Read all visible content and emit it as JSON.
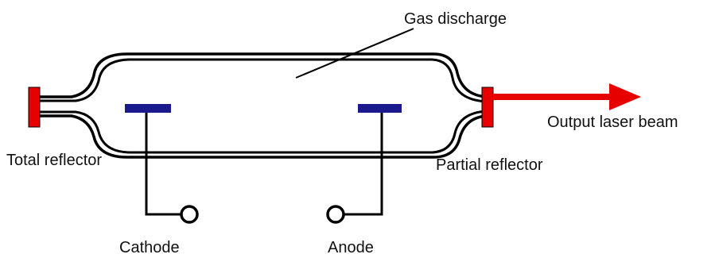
{
  "labels": {
    "gas_discharge": "Gas discharge",
    "total_reflector": "Total reflector",
    "partial_reflector": "Partial reflector",
    "output_beam": "Output laser beam",
    "cathode": "Cathode",
    "anode": "Anode"
  },
  "colors": {
    "tube_outline": "#000000",
    "reflector": "#e60000",
    "laser_beam": "#e60000",
    "electrode": "#1a1a8c",
    "wire": "#000000",
    "label_text": "#111111"
  }
}
